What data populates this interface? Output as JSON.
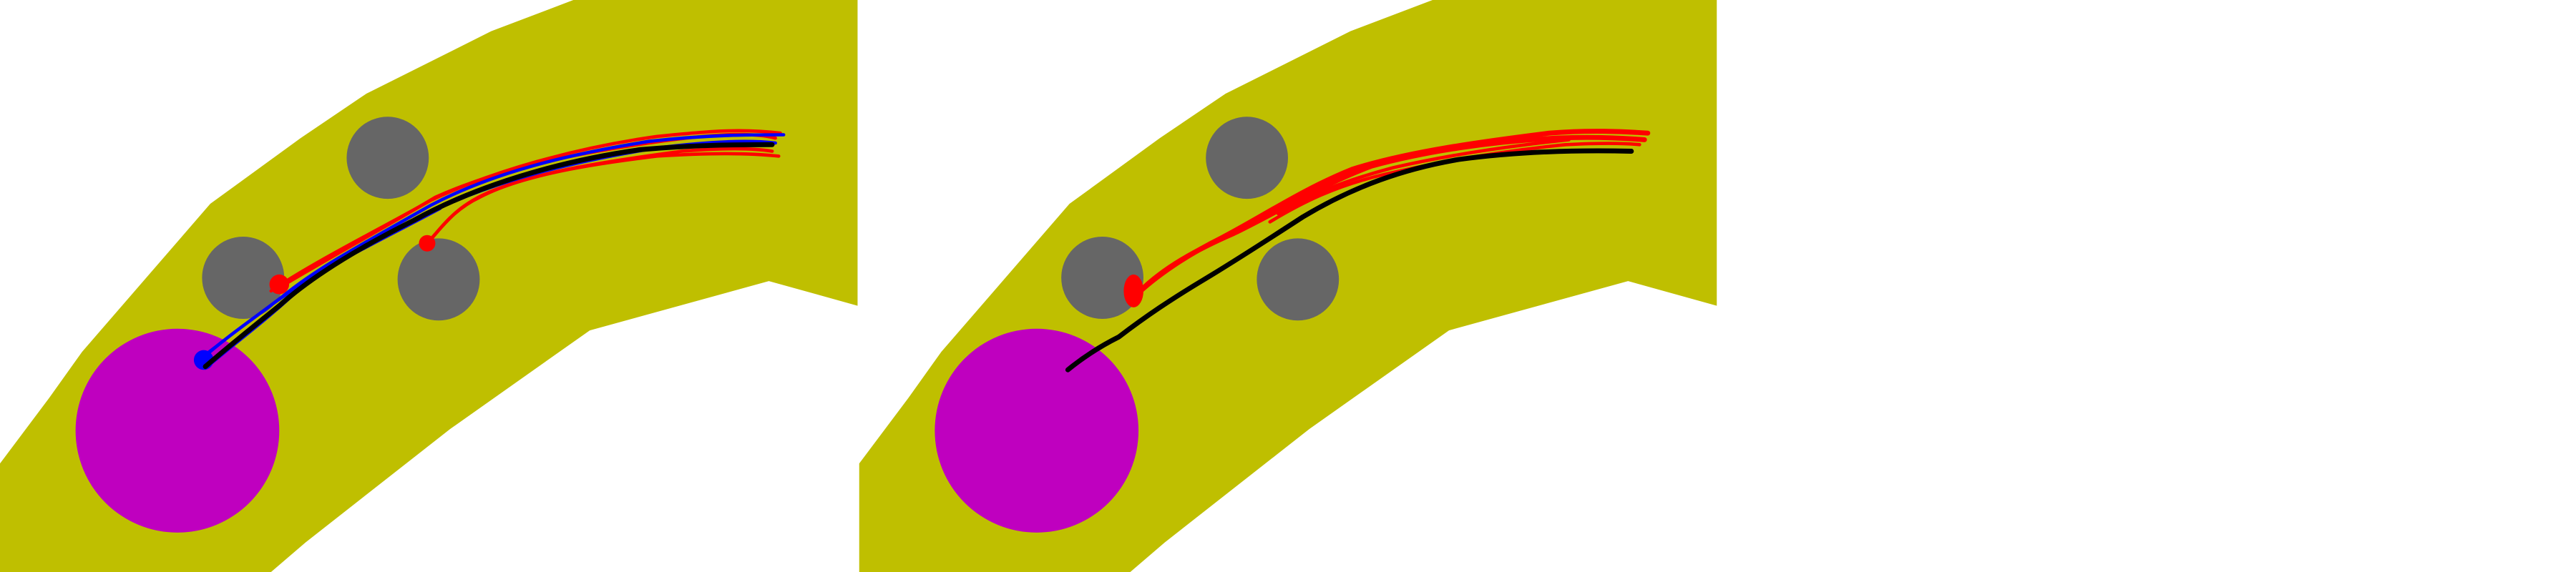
{
  "colors": {
    "background": "#ffffff",
    "free_space": "#bfbf00",
    "obstacle": "#666666",
    "goal": "#bf00bf",
    "trajectory_red": "#ff0000",
    "trajectory_blue": "#0000ff",
    "trajectory_black": "#000000"
  },
  "panels": [
    {
      "id": "panel-left",
      "obstacles": [
        "obstacle-top",
        "obstacle-left",
        "obstacle-right"
      ],
      "goal": "goal-region",
      "trajectories": [
        "red",
        "blue",
        "black"
      ]
    },
    {
      "id": "panel-right",
      "obstacles": [
        "obstacle-top",
        "obstacle-left",
        "obstacle-right"
      ],
      "goal": "goal-region",
      "trajectories": [
        "red",
        "black"
      ]
    }
  ]
}
